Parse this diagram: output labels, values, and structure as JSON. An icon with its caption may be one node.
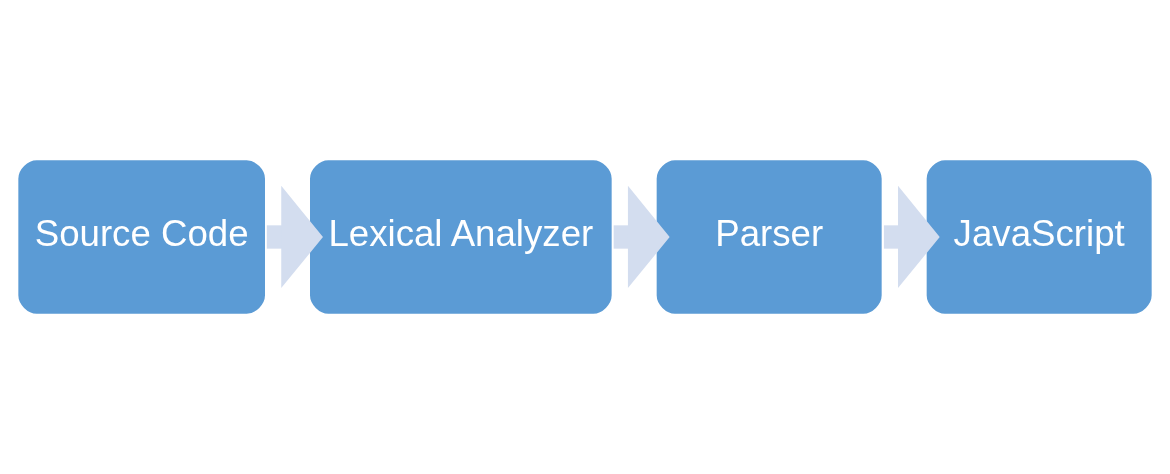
{
  "diagram": {
    "nodes": [
      {
        "text": [
          "Source Code"
        ]
      },
      {
        "text": [
          "Lexical Analyzer"
        ]
      },
      {
        "text": [
          "Parser"
        ]
      },
      {
        "text": [
          "JavaScript"
        ]
      }
    ],
    "edges": [
      {
        "from": 0,
        "to": 1,
        "arrow": "to"
      },
      {
        "from": 1,
        "to": 2,
        "arrow": "to"
      },
      {
        "from": 2,
        "to": 3,
        "arrow": "to"
      }
    ]
  }
}
